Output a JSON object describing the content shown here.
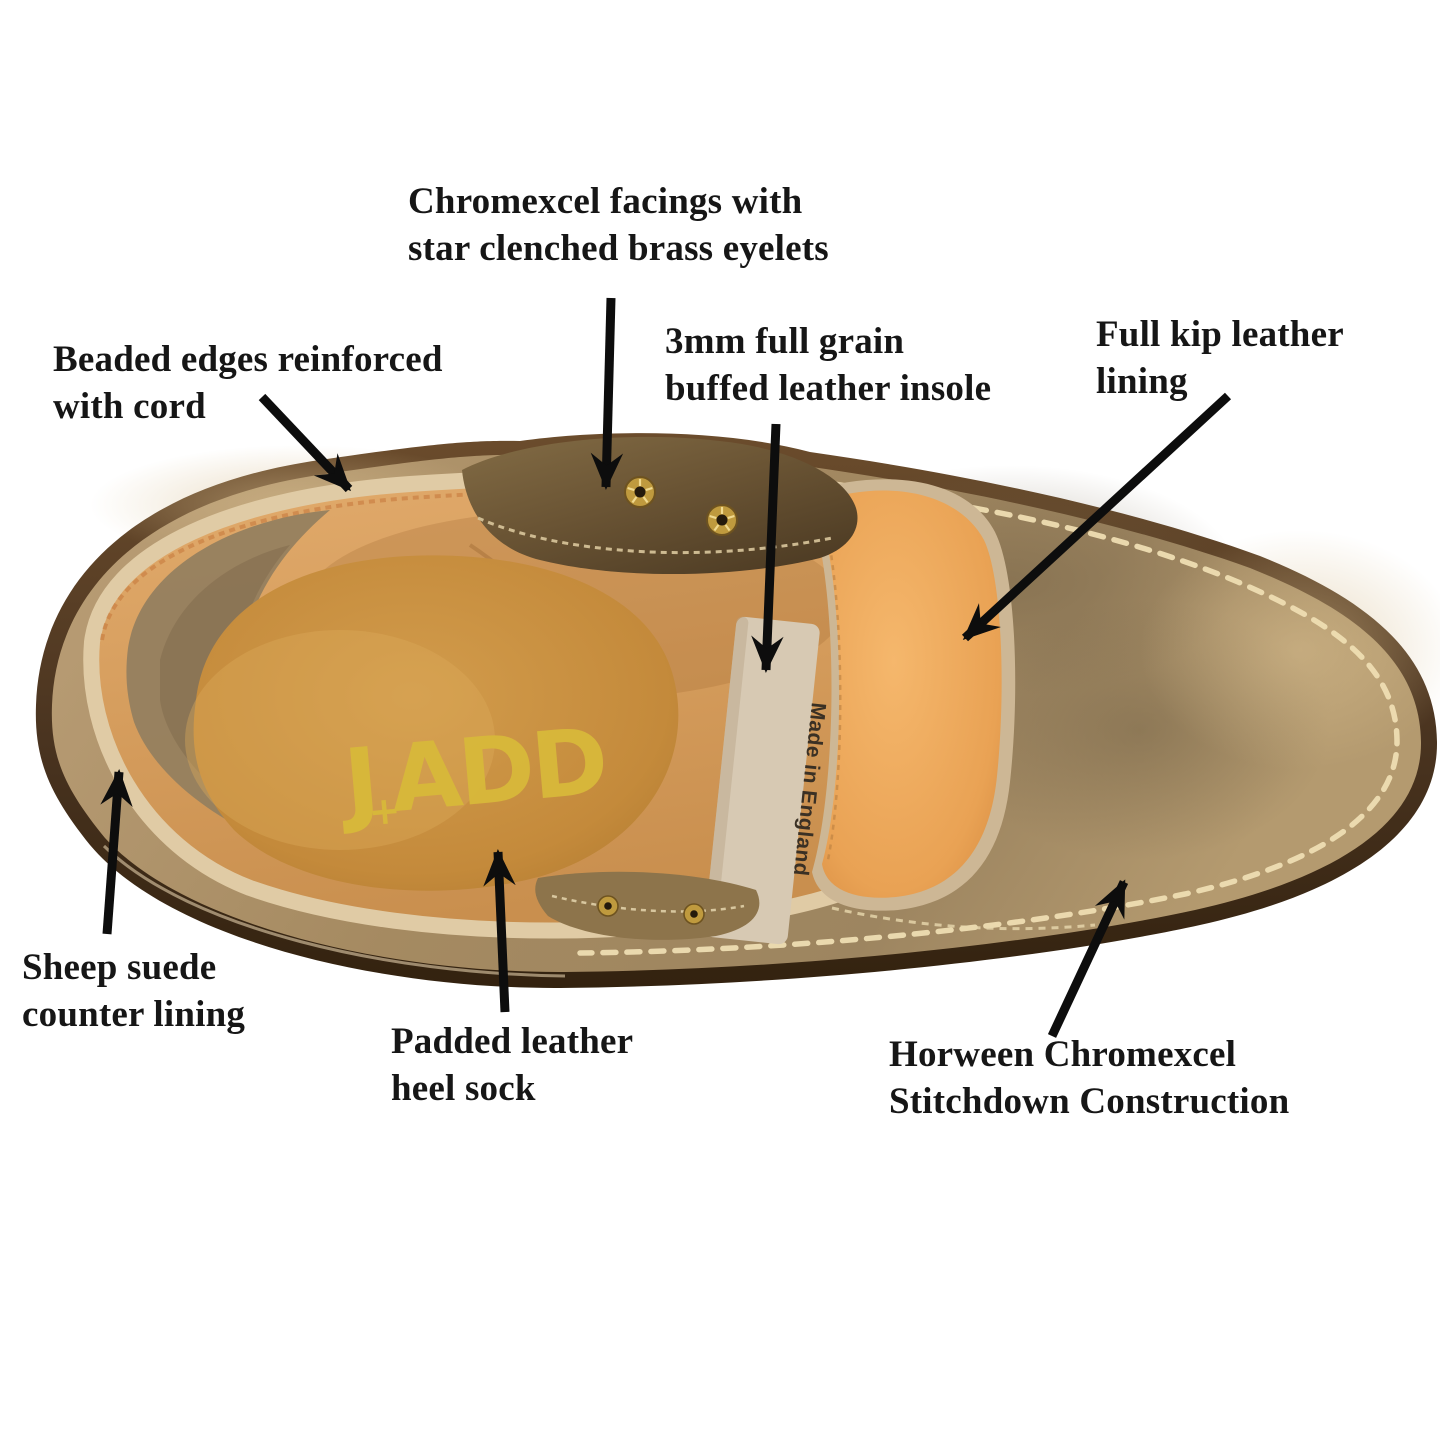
{
  "annotations": [
    {
      "id": "chromexcel-facings",
      "line1": "Chromexcel facings with",
      "line2": "star clenched brass eyelets"
    },
    {
      "id": "beaded-edges",
      "line1": "Beaded edges reinforced",
      "line2": "with cord"
    },
    {
      "id": "leather-insole",
      "line1": "3mm full grain",
      "line2": "buffed leather insole"
    },
    {
      "id": "kip-lining",
      "line1": "Full kip leather",
      "line2": "lining"
    },
    {
      "id": "sheep-suede",
      "line1": "Sheep suede",
      "line2": "counter lining"
    },
    {
      "id": "heel-sock",
      "line1": "Padded leather",
      "line2": "heel sock"
    },
    {
      "id": "stitchdown",
      "line1": "Horween Chromexcel",
      "line2": "Stitchdown Construction"
    }
  ],
  "shoe": {
    "insole_logo": {
      "j": "J",
      "plus": "+",
      "add": "ADD"
    },
    "made_in_label": "Made in England"
  },
  "colors": {
    "background": "#ffffff",
    "label_text": "#161616",
    "arrow": "#0d0d0d",
    "logo_gold": "#d8b93a",
    "leather_tan": "#a98e66",
    "insole_orange": "#c78f3f",
    "pad_orange": "#efa95c",
    "suede_taupe": "#95805f",
    "sole_brown": "#46311d",
    "welt_stitch_cream": "#eeddb2"
  }
}
